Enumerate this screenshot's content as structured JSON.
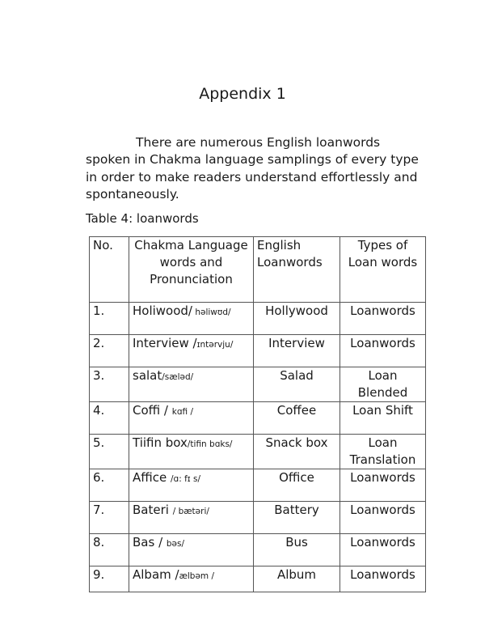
{
  "title": "Appendix 1",
  "paragraph": "There are numerous English loanwords spoken in Chakma language samplings of every type in order to make readers understand effortlessly and spontaneously.",
  "paragraph_lines": [
    "There are numerous English loanwords",
    "spoken in Chakma language samplings of every type",
    "in order to make readers understand effortlessly and",
    "spontaneously."
  ],
  "caption": "Table 4:  loanwords",
  "table": {
    "headers": [
      "No.",
      "Chakma Language words and Pronunciation",
      "English Loanwords",
      "Types of Loan words"
    ],
    "rows": [
      {
        "no": "1.",
        "word": "Holiwood/",
        "ipa": " həliwʊd/",
        "english": "Hollywood",
        "type": "Loanwords"
      },
      {
        "no": "2.",
        "word": "Interview /",
        "ipa": "ɪntərvju/",
        "english": "Interview",
        "type": "Loanwords"
      },
      {
        "no": "3.",
        "word": "salat",
        "ipa": "/sæləd/",
        "english": "Salad",
        "type": "Loan Blended"
      },
      {
        "no": "4.",
        "word": "Coffi / ",
        "ipa": "kɑfi /",
        "english": "Coffee",
        "type": "Loan Shift"
      },
      {
        "no": "5.",
        "word": "Tiifin box",
        "ipa": "/tifin bɑks/",
        "english": "Snack box",
        "type": "Loan Translation"
      },
      {
        "no": "6.",
        "word": "Affice ",
        "ipa": "/ɑ: fɪ s/",
        "english": "Office",
        "type": "Loanwords"
      },
      {
        "no": "7.",
        "word": "Bateri ",
        "ipa": "/ bætəri/",
        "english": "Battery",
        "type": "Loanwords"
      },
      {
        "no": "8.",
        "word": "Bas / ",
        "ipa": "bəs/",
        "english": "Bus",
        "type": "Loanwords"
      },
      {
        "no": "9.",
        "word": "Albam /",
        "ipa": "ælbəm /",
        "english": "Album",
        "type": "Loanwords"
      }
    ]
  }
}
